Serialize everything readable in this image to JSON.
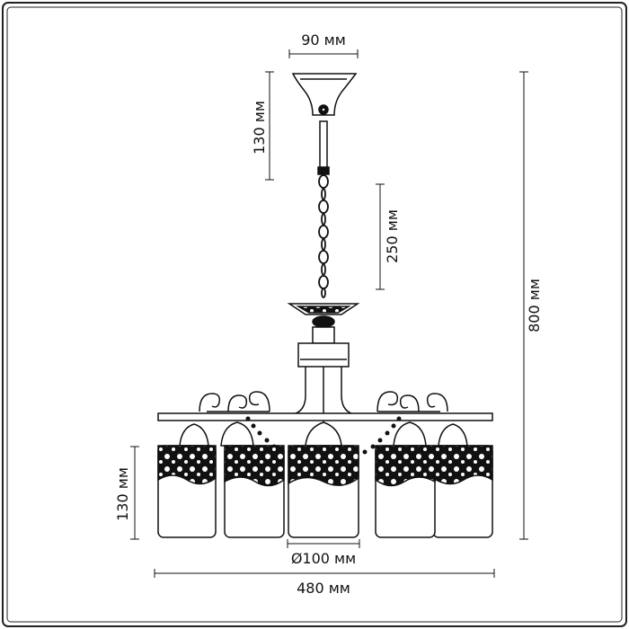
{
  "dimensions": {
    "canopy_width": "90 мм",
    "canopy_height": "130 мм",
    "chain_length": "250 мм",
    "total_height": "800 мм",
    "shade_height": "130 мм",
    "shade_diameter": "Ø100 мм",
    "total_width": "480 мм"
  },
  "colors": {
    "line": "#111111",
    "frame": "#222222",
    "fill": "#ffffff"
  }
}
